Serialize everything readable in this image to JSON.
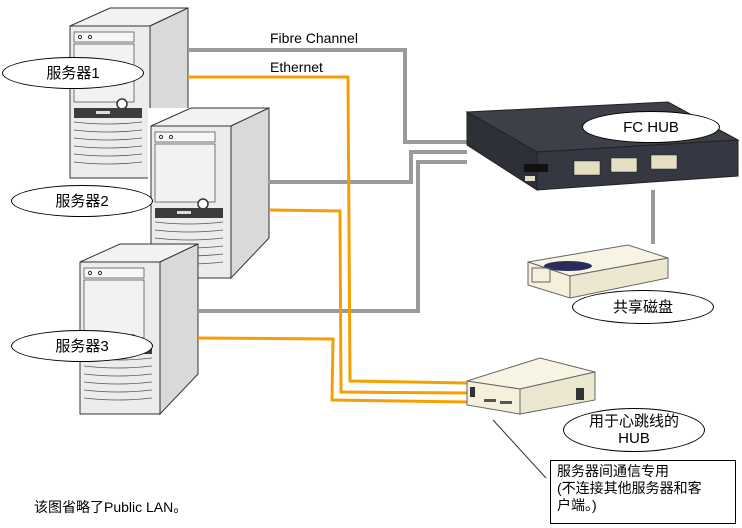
{
  "diagram": {
    "legend": {
      "fibre_channel": "Fibre Channel",
      "ethernet": "Ethernet"
    },
    "colors": {
      "fibre_channel_cable": "#9a9a9a",
      "ethernet_cable": "#f5a000",
      "fc_hub_body": "#3a3d47",
      "disk_body": "#f4f0dc",
      "server_body": "#e8e8e8"
    },
    "servers": [
      {
        "label": "服务器1"
      },
      {
        "label": "服务器2"
      },
      {
        "label": "服务器3"
      }
    ],
    "fc_hub": {
      "label": "FC HUB"
    },
    "shared_disk": {
      "label": "共享磁盘"
    },
    "heartbeat_hub": {
      "label_line1": "用于心跳线的",
      "label_line2": "HUB"
    },
    "heartbeat_note": {
      "line1": "服务器间通信专用",
      "line2": "(不连接其他服务器和客",
      "line3": "户端。)"
    },
    "footnote": "该图省略了Public  LAN。"
  }
}
